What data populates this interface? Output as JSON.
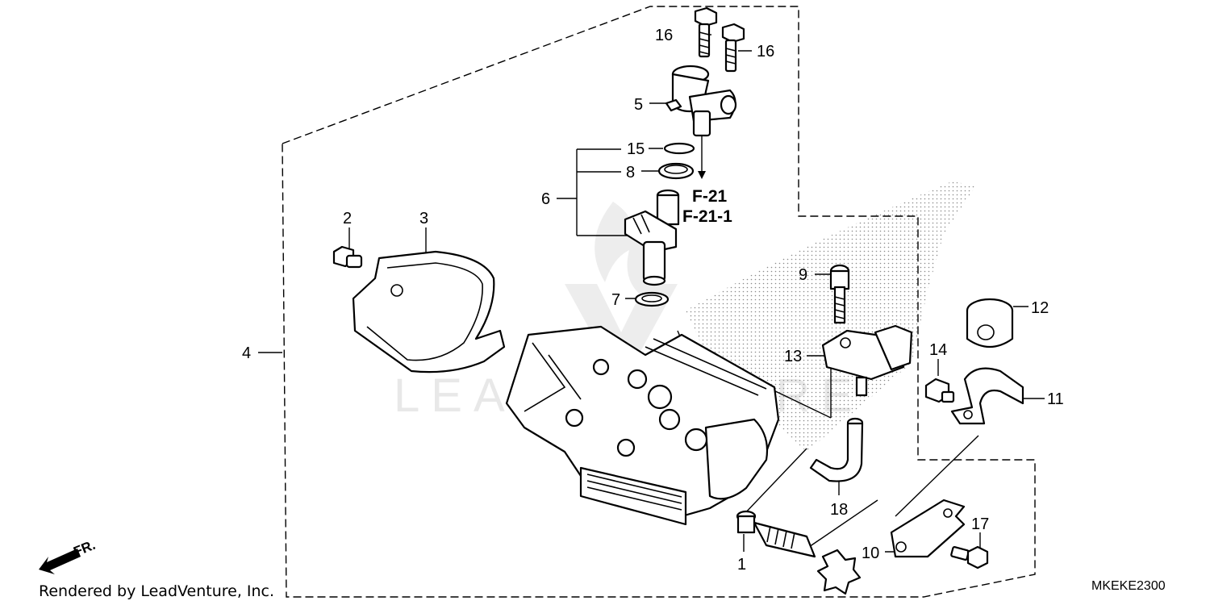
{
  "callouts": {
    "c1": "1",
    "c2": "2",
    "c3": "3",
    "c4": "4",
    "c5": "5",
    "c6": "6",
    "c7": "7",
    "c8": "8",
    "c9": "9",
    "c10": "10",
    "c11": "11",
    "c12": "12",
    "c13": "13",
    "c14": "14",
    "c15": "15",
    "c16a": "16",
    "c16b": "16",
    "c17": "17",
    "c18": "18"
  },
  "refs": {
    "r1": "F-21",
    "r2": "F-21-1"
  },
  "footer": {
    "credit": "Rendered by LeadVenture, Inc.",
    "diagram_code": "MKEKE2300",
    "direction_label": "FR."
  },
  "watermark": {
    "text": "LEADVENTURE"
  }
}
